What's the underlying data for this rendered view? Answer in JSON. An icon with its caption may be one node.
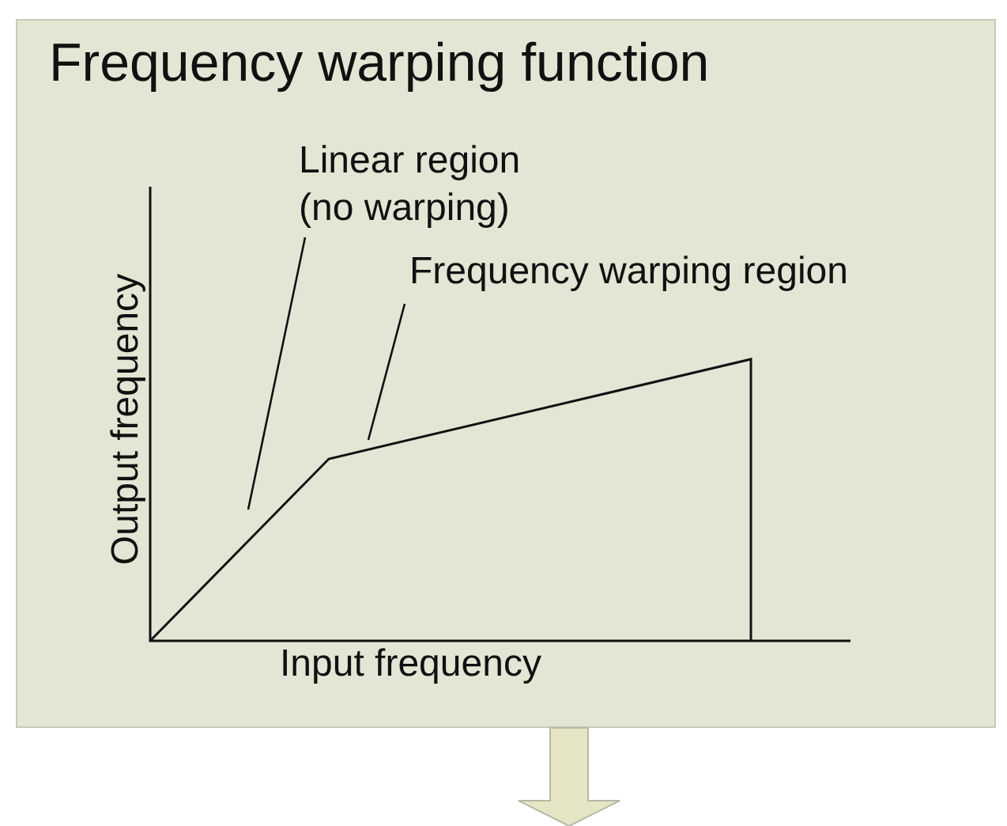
{
  "diagram": {
    "nodes": [
      {
        "text": [
          "Frequency warping function"
        ]
      },
      {
        "text": [
          "Linear region (no warping)"
        ],
        "in": 0
      },
      {
        "text": [
          "Frequency warping region"
        ],
        "in": 0
      }
    ],
    "edges": [
      {
        "from": 1,
        "to": null,
        "arrow": "none"
      },
      {
        "from": 2,
        "to": null,
        "arrow": "none"
      },
      {
        "from": 0,
        "to": null,
        "arrow": "to",
        "style": "thick"
      }
    ],
    "labels": [
      "Output frequency",
      "Input frequency"
    ]
  }
}
